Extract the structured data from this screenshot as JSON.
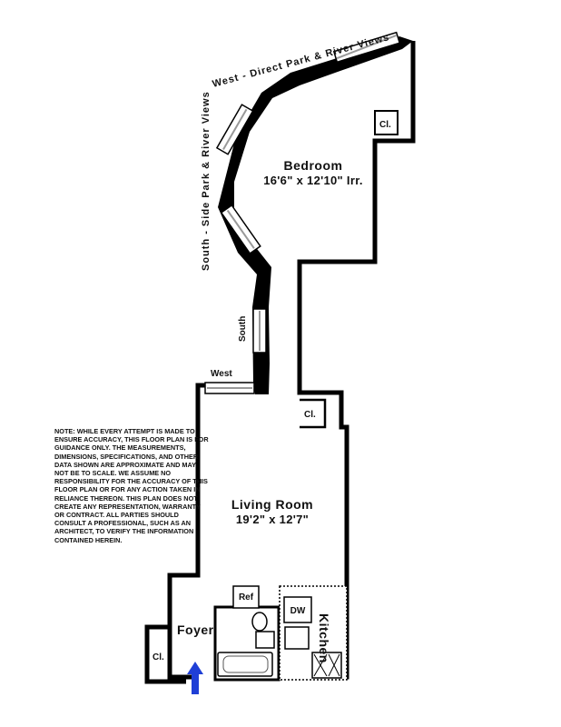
{
  "rooms": {
    "bedroom": {
      "name": "Bedroom",
      "dims": "16'6\" x 12'10\" Irr."
    },
    "living_room": {
      "name": "Living Room",
      "dims": "19'2\" x 12'7\""
    },
    "foyer": {
      "name": "Foyer"
    },
    "kitchen": {
      "name": "Kitchen"
    }
  },
  "closets": {
    "bedroom": "Cl.",
    "living": "Cl.",
    "foyer": "Cl."
  },
  "appliances": {
    "refrigerator": "Ref",
    "dishwasher": "DW"
  },
  "views": {
    "west_direct": "West - Direct Park & River Views",
    "south_side": "South - Side Park & River Views",
    "south": "South",
    "west": "West"
  },
  "note": "Note: While every attempt is made to ensure accuracy, this floor plan is for guidance only. The measurements, dimensions, specifications, and other data shown are approximate and may not be to scale. We assume no responsibility for the accuracy of this floor plan or for any action taken in reliance thereon. This plan does not create any representation, warranty or contract. All parties should consult a professional, such as an architect, to verify the information contained herein.",
  "colors": {
    "wall": "#000000",
    "entry_arrow": "#1f3fd6",
    "window_glass": "#d8d8d8"
  }
}
